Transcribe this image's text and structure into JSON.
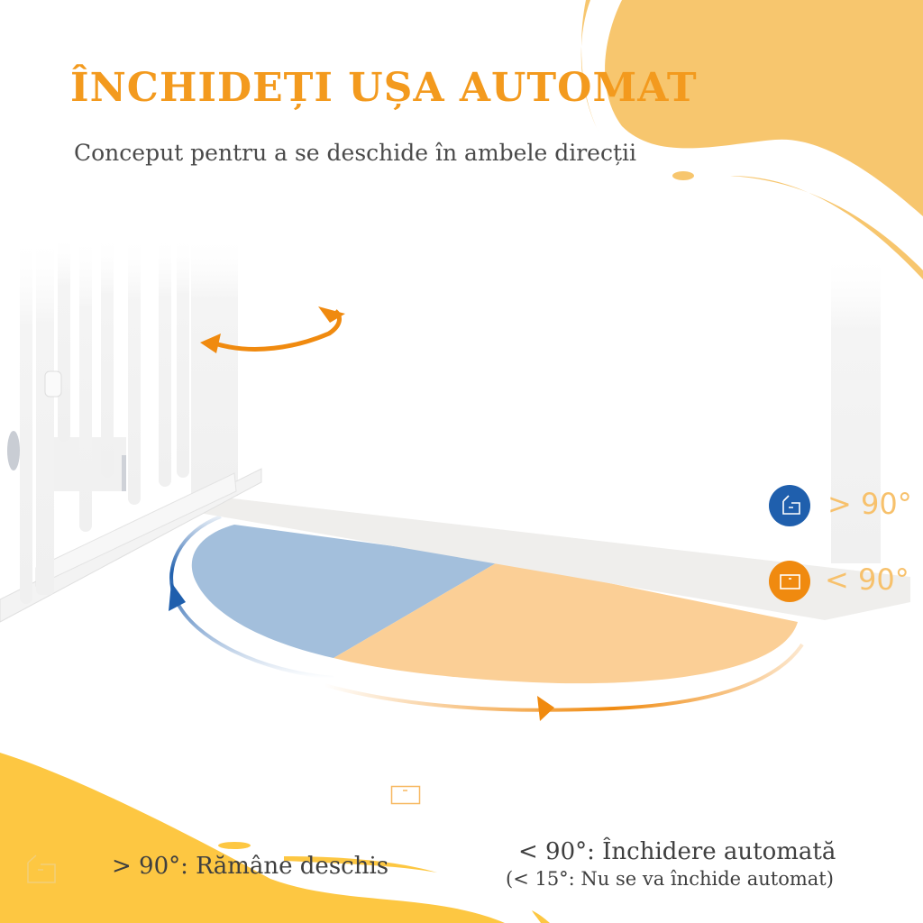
{
  "header": {
    "title": "ÎNCHIDEȚI UȘA AUTOMAT",
    "subtitle": "Conceput pentru a se deschide în ambele direcții"
  },
  "legend": {
    "open": {
      "icon": "door-open-icon",
      "label": "> 90°",
      "color": "#1f5fad"
    },
    "close": {
      "icon": "door-closed-icon",
      "label": "< 90°",
      "color": "#f08a0f"
    }
  },
  "captions": {
    "left": {
      "icon": "door-open-icon",
      "text": "> 90°: Rămâne deschis"
    },
    "right": {
      "icon": "door-closed-icon",
      "text": "< 90°: Închidere automată",
      "note": "(< 15°: Nu se va închide automat)"
    }
  },
  "colors": {
    "accent_orange": "#f39a1e",
    "blob_yellow": "#f7c66e",
    "bottom_yellow": "#fdc742",
    "zone_blue": "#a3bfdc",
    "zone_orange": "#fbcf96",
    "arrow_blue": "#1f5fad",
    "arrow_orange": "#f08a0f"
  }
}
